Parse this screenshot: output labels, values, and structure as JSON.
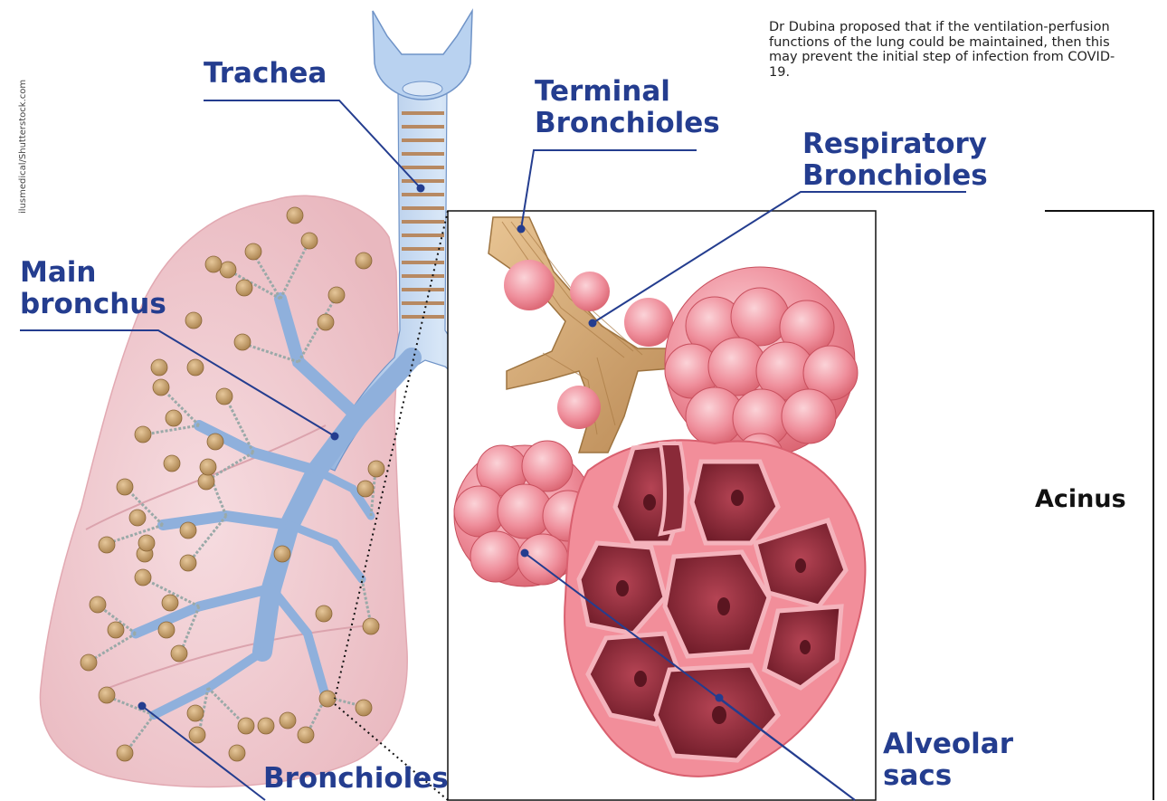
{
  "caption": "Dr Dubina proposed that if the ventilation-perfusion functions of the lung could be maintained, then this may prevent the initial step of infection from COVID-19.",
  "credit": "ilusmedical/Shutterstock.com",
  "labels": {
    "trachea": "Trachea",
    "terminal_1": "Terminal",
    "terminal_2": "Bronchioles",
    "respiratory_1": "Respiratory",
    "respiratory_2": "Bronchioles",
    "main_1": "Main",
    "main_2": "bronchus",
    "bronchioles": "Bronchioles",
    "alveolar_1": "Alveolar",
    "alveolar_2": "sacs",
    "acinus": "Acinus"
  },
  "colors": {
    "label": "#243d8f",
    "lung": "#f3d2d6",
    "airway": "#a9c6ea",
    "alveoli": "#e87e8a",
    "bronchiole_brown": "#c99a5e"
  }
}
